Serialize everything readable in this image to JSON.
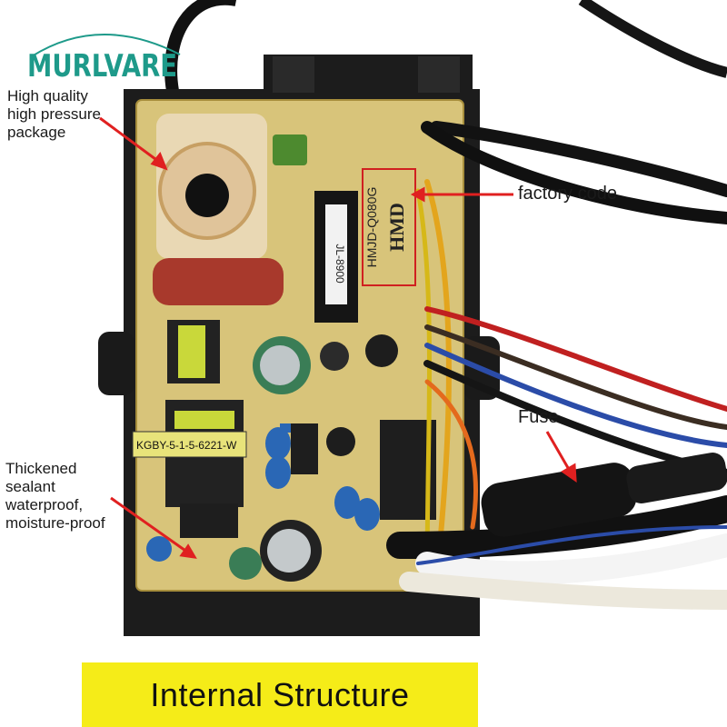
{
  "brand": {
    "logo_text": "MURLVARE"
  },
  "callouts": {
    "high_quality": "High quality\nhigh pressure\npackage",
    "factory_code": "factory code",
    "fuse": "Fuse",
    "sealant": "Thickened\nsealant\nwaterproof,\nmoisture-proof"
  },
  "board_labels": {
    "chip_marking": "HMJD-Q080G",
    "chip_logo": "HMD",
    "transformer_label": "KGBY-5-1-5-6221-W",
    "ic_marking": "JL-8900"
  },
  "banner": {
    "title": "Internal Structure"
  },
  "colors": {
    "logo": "#1e9a8a",
    "banner_bg": "#f5ec18",
    "arrow": "#e02020",
    "pcb": "#d8c47a",
    "housing": "#1c1c1c"
  }
}
